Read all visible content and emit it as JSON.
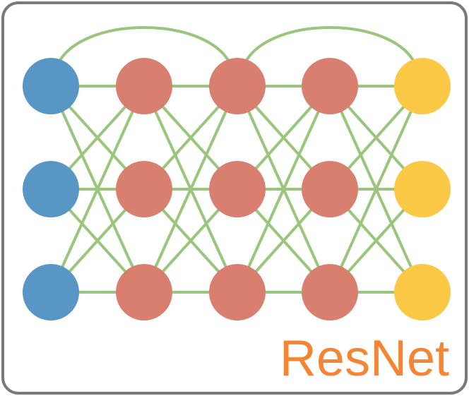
{
  "diagram": {
    "label": "ResNet",
    "colors": {
      "frame_stroke": "#7a7a7a",
      "edge": "#9ac57d",
      "input": "#5896c6",
      "hidden": "#d97f70",
      "output": "#fcc946",
      "label": "#f58533"
    },
    "layers": [
      {
        "name": "input",
        "nodes": 3
      },
      {
        "name": "hidden-1",
        "nodes": 3
      },
      {
        "name": "hidden-2",
        "nodes": 3
      },
      {
        "name": "hidden-3",
        "nodes": 3
      },
      {
        "name": "output",
        "nodes": 3
      }
    ],
    "skip_connections": [
      {
        "from_layer": 0,
        "to_layer": 2
      },
      {
        "from_layer": 2,
        "to_layer": 4
      }
    ]
  }
}
